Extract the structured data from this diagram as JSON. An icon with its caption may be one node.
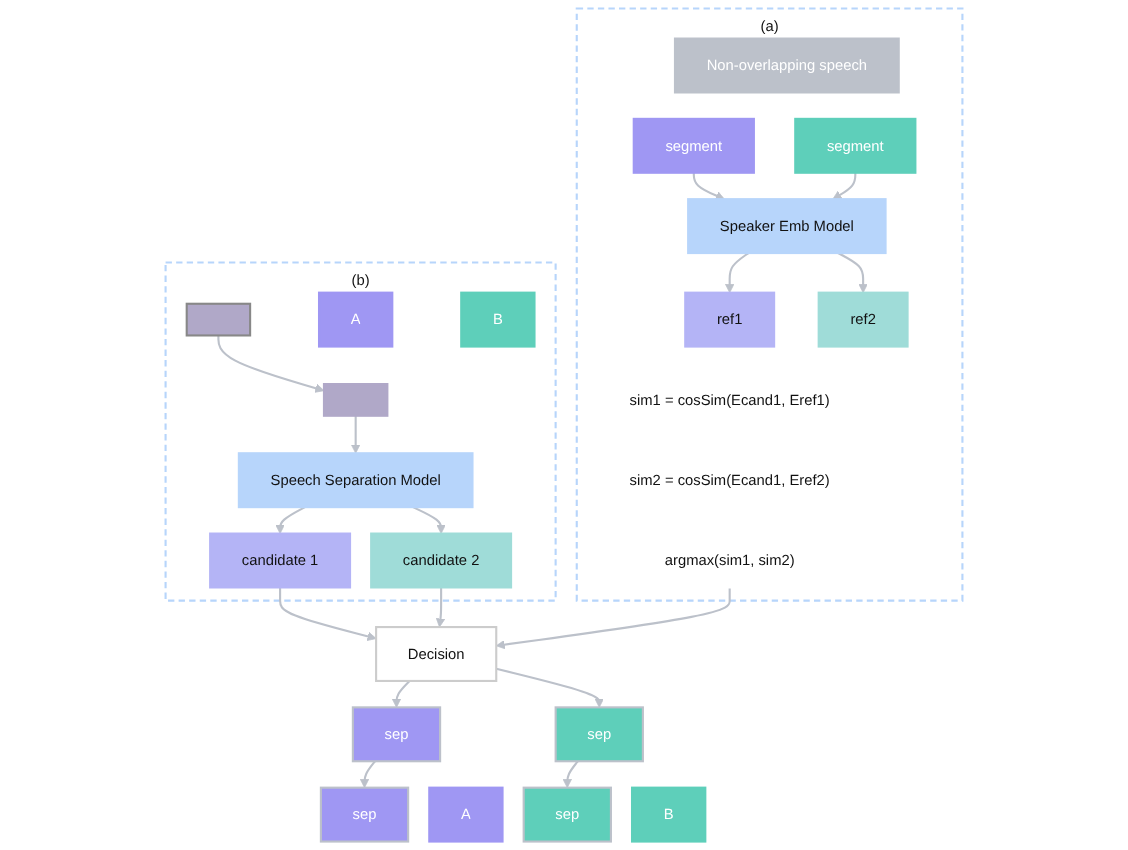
{
  "diagram": {
    "nodes": [
      {
        "text": [
          "(a)"
        ]
      },
      {
        "text": [
          "Non-overlapping speech"
        ],
        "in": 0
      },
      {
        "text": [
          "segment"
        ],
        "in": 0
      },
      {
        "text": [
          "segment"
        ],
        "in": 0
      },
      {
        "text": [
          "Speaker Emb Model"
        ],
        "in": 0
      },
      {
        "text": [
          "ref1"
        ],
        "in": 0
      },
      {
        "text": [
          "ref2"
        ],
        "in": 0
      },
      {
        "text": [
          "sim1 = cosSim(Ecand1, Eref1)"
        ],
        "in": 0
      },
      {
        "text": [
          "sim2 = cosSim(Ecand1, Eref2)"
        ],
        "in": 0
      },
      {
        "text": [
          "argmax(sim1, sim2)"
        ],
        "in": 0
      },
      {
        "text": [
          "(b)"
        ]
      },
      {
        "text": [
          "A"
        ],
        "in": 10
      },
      {
        "text": [],
        "shape": "box",
        "in": 10
      },
      {
        "text": [
          "B"
        ],
        "in": 10
      },
      {
        "text": [],
        "shape": "box",
        "in": 10
      },
      {
        "text": [
          "Speech Separation Model"
        ],
        "in": 10
      },
      {
        "text": [
          "candidate 1"
        ],
        "in": 10
      },
      {
        "text": [
          "candidate 2"
        ],
        "in": 10
      },
      {
        "text": [
          "Decision"
        ]
      },
      {
        "text": [
          "A"
        ]
      },
      {
        "text": [
          "sep"
        ]
      },
      {
        "text": [
          "sep"
        ]
      },
      {
        "text": [
          "B"
        ]
      },
      {
        "text": [
          "sep"
        ]
      },
      {
        "text": [
          "sep"
        ]
      }
    ],
    "edges": [
      {
        "from": 2,
        "to": 4,
        "arrow": "to"
      },
      {
        "from": 3,
        "to": 4,
        "arrow": "to"
      },
      {
        "from": 4,
        "to": 5,
        "arrow": "to"
      },
      {
        "from": 4,
        "to": 6,
        "arrow": "to"
      },
      {
        "from": 12,
        "to": 14,
        "arrow": "to"
      },
      {
        "from": 14,
        "to": 15,
        "arrow": "to"
      },
      {
        "from": 15,
        "to": 16,
        "arrow": "to"
      },
      {
        "from": 15,
        "to": 17,
        "arrow": "to"
      },
      {
        "from": 16,
        "to": 18,
        "arrow": "to"
      },
      {
        "from": 17,
        "to": 18,
        "arrow": "to"
      },
      {
        "from": 9,
        "to": 18,
        "arrow": "to"
      },
      {
        "from": 18,
        "to": 23,
        "arrow": "to"
      },
      {
        "from": 18,
        "to": 24,
        "arrow": "to"
      },
      {
        "from": 23,
        "to": 20,
        "arrow": "to"
      },
      {
        "from": 24,
        "to": 21,
        "arrow": "to"
      }
    ]
  }
}
